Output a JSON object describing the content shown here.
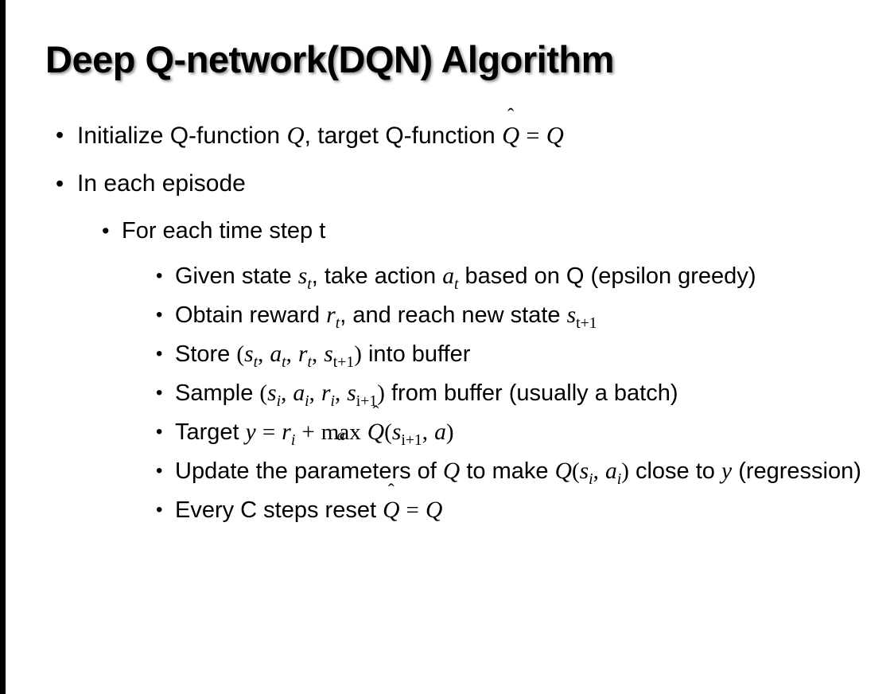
{
  "slide": {
    "title": "Deep Q-network(DQN) Algorithm",
    "background_color": "#ffffff",
    "text_color": "#000000",
    "edge_bar_color": "#000000",
    "bullet_glyph": "•"
  },
  "content": {
    "l1_initialize": {
      "lead": "Initialize Q-function",
      "var_q1": "Q",
      "comma": ",",
      "mid": "target Q-function",
      "var_qhat": "Q",
      "hat_mark": "̂",
      "equals": "=",
      "var_q2": "Q"
    },
    "l1_in_each_episode": "In each episode",
    "l2_for_each_time_step": "For each time step t",
    "l3_given_state": {
      "part1": "Given state",
      "var_s": "s",
      "sub_t": "t",
      "part2": ", take action",
      "var_a": "a",
      "sub_t2": "t",
      "part3": "based on Q (epsilon greedy)"
    },
    "l3_obtain_reward": {
      "part1": "Obtain reward",
      "var_r": "r",
      "sub_t": "t",
      "part2": ", and reach new state",
      "var_s": "s",
      "sub_t1": "t+1"
    },
    "l3_store": {
      "part1": "Store",
      "open": "(",
      "var_s": "s",
      "sub_t1": "t",
      "sep1": ",",
      "var_a": "a",
      "sub_t2": "t",
      "sep2": ",",
      "var_r": "r",
      "sub_t3": "t",
      "sep3": ",",
      "var_s2": "s",
      "sub_t4": "t+1",
      "close": ")",
      "part2": "into buffer"
    },
    "l3_sample": {
      "part1": "Sample",
      "open": "(",
      "var_s": "s",
      "sub_i1": "i",
      "sep1": ",",
      "var_a": "a",
      "sub_i2": "i",
      "sep2": ",",
      "var_r": "r",
      "sub_i3": "i",
      "sep3": ",",
      "var_s2": "s",
      "sub_i4": "i+1",
      "close": ")",
      "part2": "from buffer (usually a batch)"
    },
    "l3_target": {
      "part1": "Target",
      "var_y": "y",
      "equals": "=",
      "var_r": "r",
      "sub_i": "i",
      "plus": "+",
      "op_max": "max",
      "op_max_sub": "a",
      "var_qhat": "Q",
      "hat_mark": "̂",
      "open": "(",
      "var_s": "s",
      "sub_i1": "i+1",
      "sep": ",",
      "var_a": "a",
      "close": ")"
    },
    "l3_update": {
      "part1": "Update the parameters of",
      "var_q1": "Q",
      "part2": "to make",
      "var_q2": "Q",
      "open": "(",
      "var_s": "s",
      "sub_i1": "i",
      "sep": ",",
      "var_a": "a",
      "sub_i2": "i",
      "close": ")",
      "part3": "close to",
      "var_y": "y",
      "part4": "(regression)"
    },
    "l3_every_c": {
      "part1": "Every C steps reset",
      "var_qhat": "Q",
      "hat_mark": "̂",
      "equals": "=",
      "var_q": "Q"
    }
  }
}
